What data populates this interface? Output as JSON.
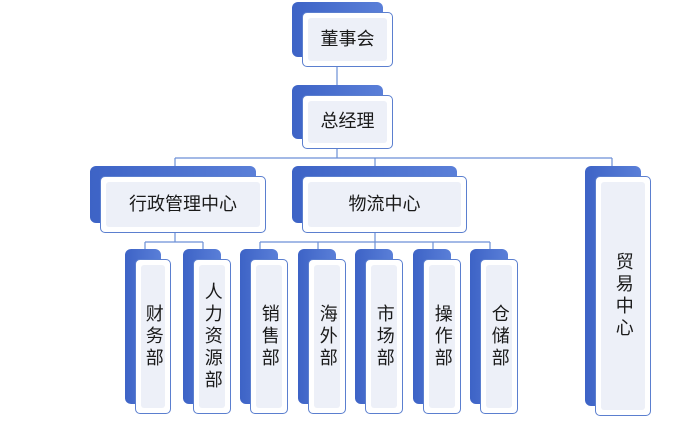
{
  "org": {
    "board": "董事会",
    "gm": "总经理",
    "admin_center": "行政管理中心",
    "logistics_center": "物流中心",
    "trade_center": "贸易中心",
    "finance": "财务部",
    "hr": "人力资源部",
    "sales": "销售部",
    "overseas": "海外部",
    "market": "市场部",
    "operations": "操作部",
    "warehouse": "仓储部"
  }
}
